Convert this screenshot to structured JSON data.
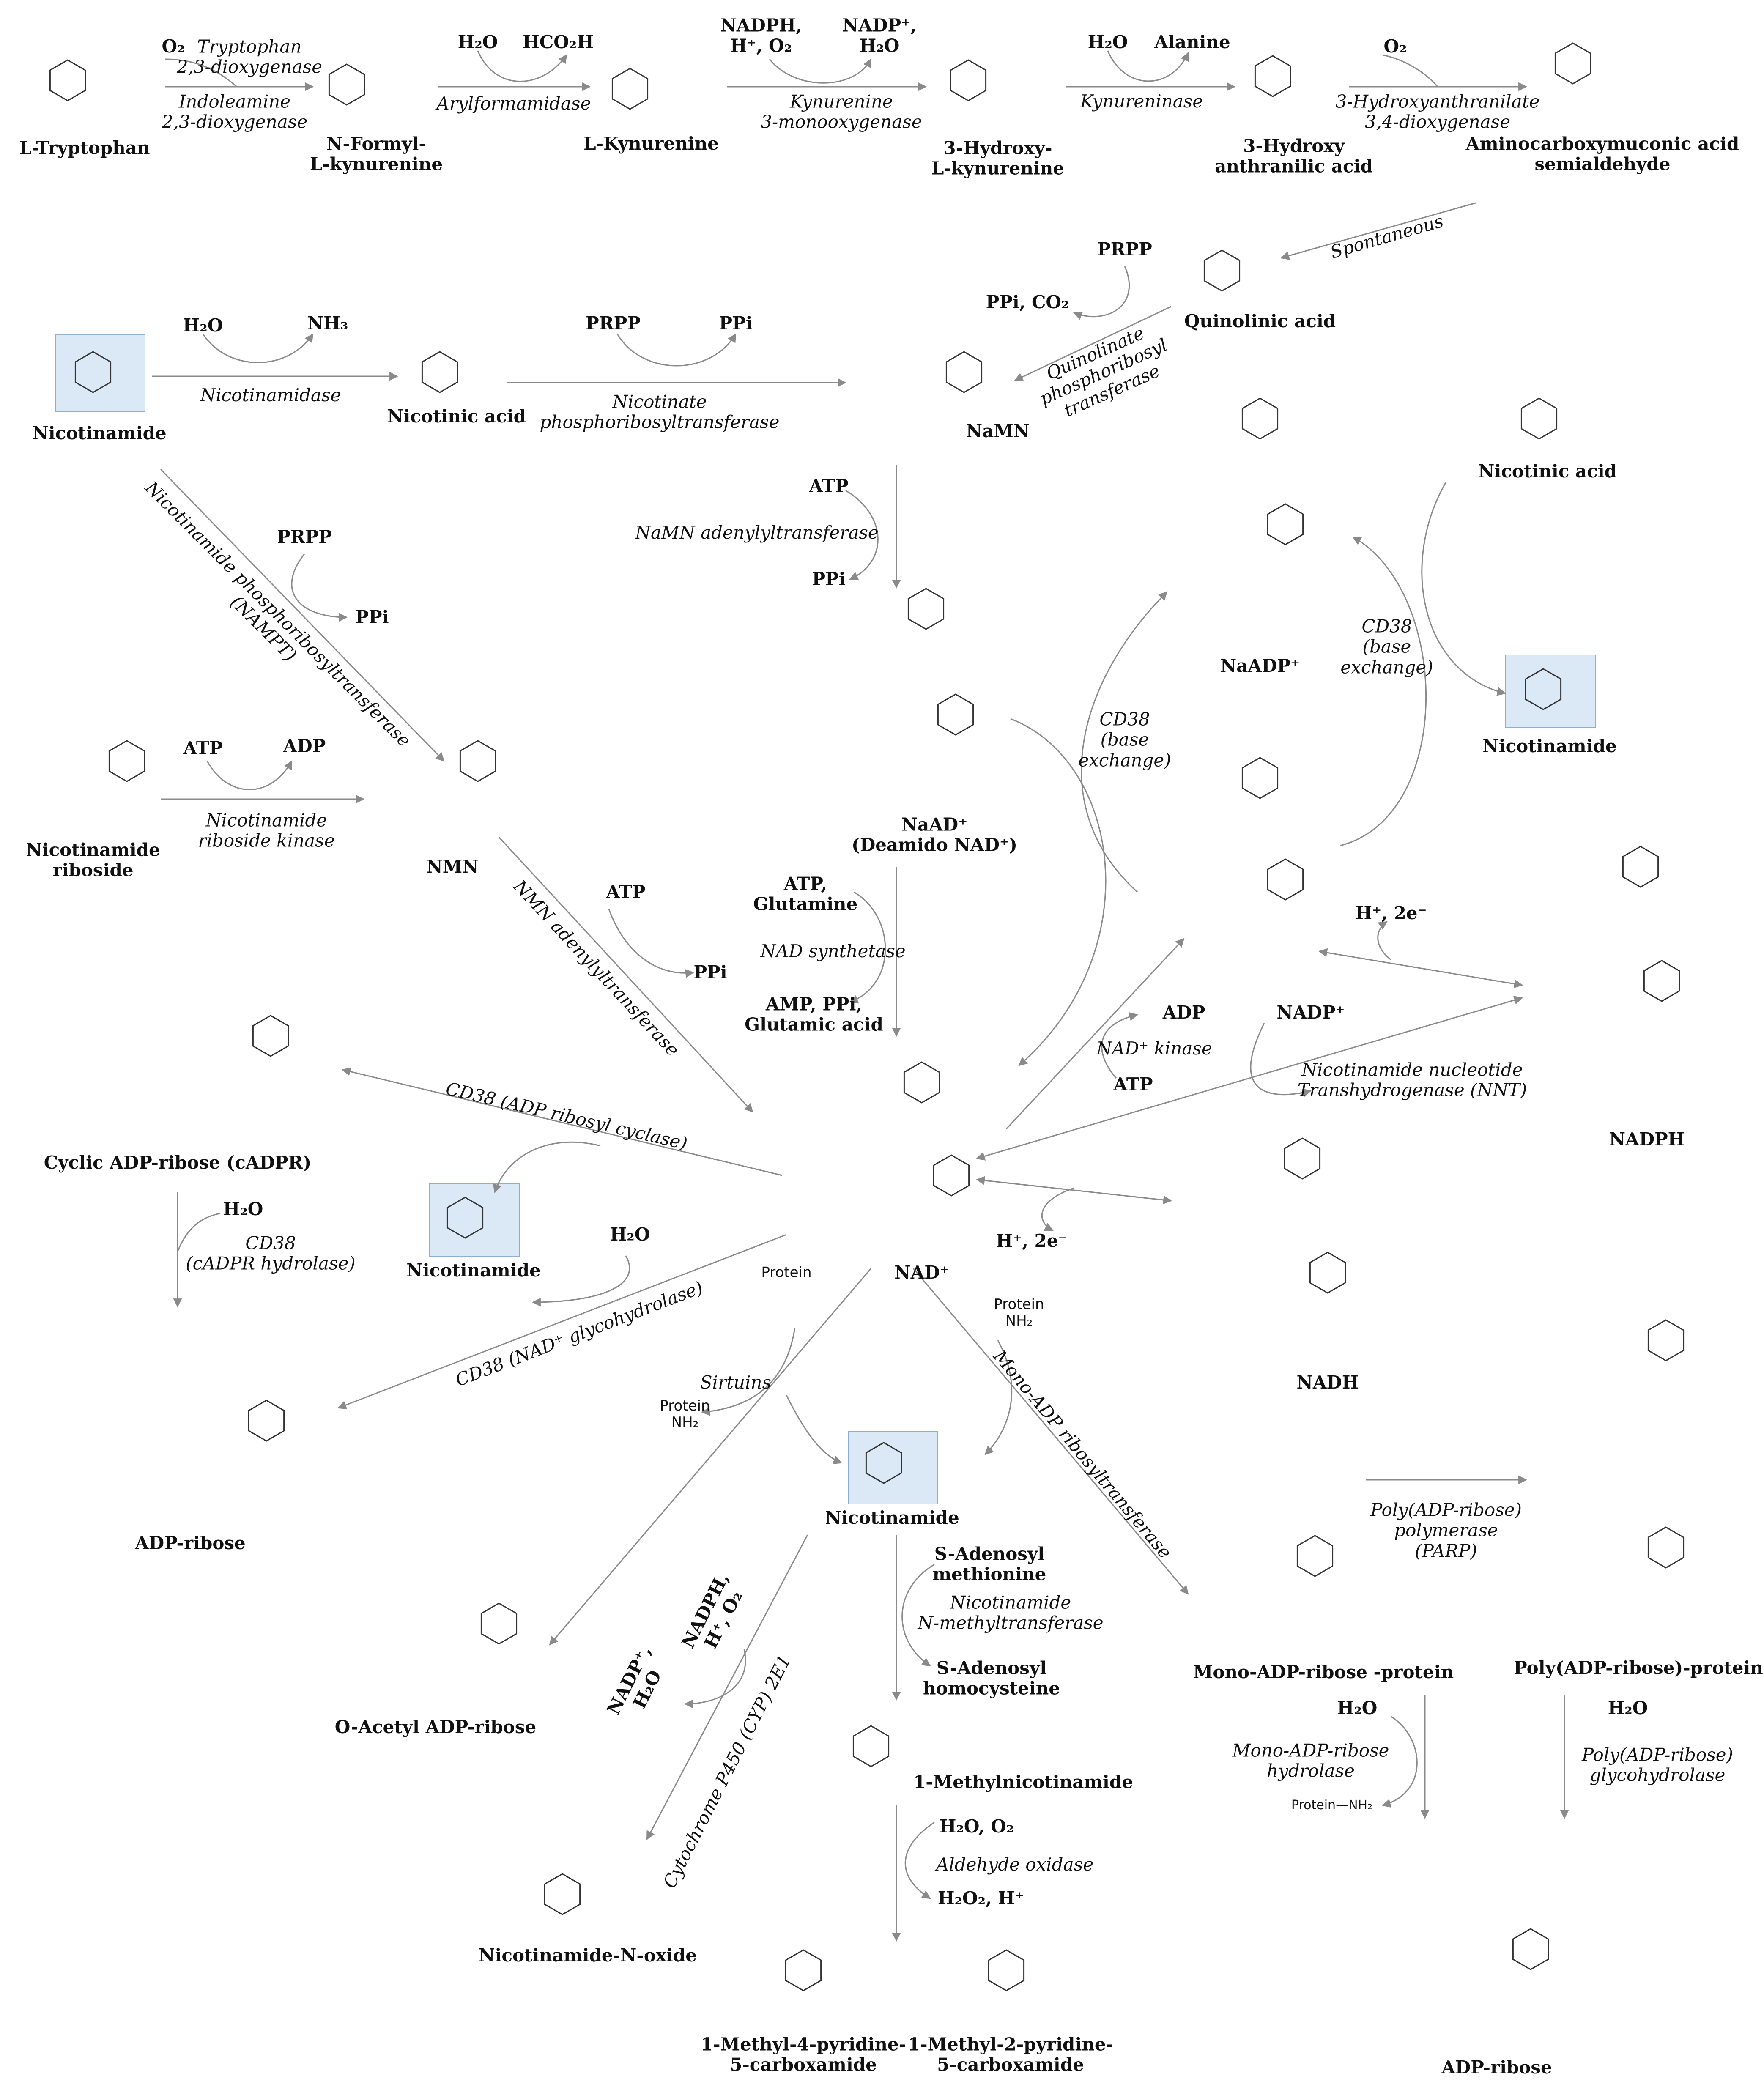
{
  "colors": {
    "highlight": "#dbe8f5",
    "arrow": "#8a8a8a",
    "text": "#111111"
  },
  "compounds": {
    "l_tryptophan": "L-Tryptophan",
    "n_formyl_kynurenine": "N-Formyl-\nL-kynurenine",
    "l_kynurenine": "L-Kynurenine",
    "hydroxy_kynurenine": "3-Hydroxy-\nL-kynurenine",
    "hydroxy_anthranilic": "3-Hydroxy\nanthranilic acid",
    "acms": "Aminocarboxymuconic acid\nsemialdehyde",
    "quinolinic_acid": "Quinolinic acid",
    "nicotinamide_top": "Nicotinamide",
    "nicotinic_acid_left": "Nicotinic acid",
    "namn": "NaMN",
    "naadp": "NaADP⁺",
    "nicotinic_acid_right": "Nicotinic acid",
    "nicotinamide_right": "Nicotinamide",
    "naad": "NaAD⁺\n(Deamido NAD⁺)",
    "nr": "Nicotinamide\nriboside",
    "nmn": "NMN",
    "nadp": "NADP⁺",
    "nadph": "NADPH",
    "cadpr": "Cyclic ADP-ribose (cADPR)",
    "nicotinamide_mid": "Nicotinamide",
    "nad": "NAD⁺",
    "nadh": "NADH",
    "adp_ribose_left": "ADP-ribose",
    "nicotinamide_center": "Nicotinamide",
    "o_acetyl": "O-Acetyl ADP-ribose",
    "mono_adp_protein": "Mono-ADP-ribose -protein",
    "poly_adp_protein": "Poly(ADP-ribose)-protein",
    "methylnicotinamide": "1-Methylnicotinamide",
    "n_oxide": "Nicotinamide-N-oxide",
    "m4py": "1-Methyl-4-pyridine-\n5-carboxamide",
    "m2py": "1-Methyl-2-pyridine-\n5-carboxamide",
    "adp_ribose_right": "ADP-ribose"
  },
  "enzymes": {
    "tdo": "Tryptophan\n2,3-dioxygenase",
    "ido": "Indoleamine\n2,3-dioxygenase",
    "arylformamidase": "Arylformamidase",
    "kmo": "Kynurenine\n3-monooxygenase",
    "kynureninase": "Kynureninase",
    "haao": "3-Hydroxyanthranilate\n3,4-dioxygenase",
    "spontaneous": "Spontaneous",
    "qprt": "Quinolinate\nphosphoribosyl\ntransferase",
    "nicotinamidase": "Nicotinamidase",
    "naprt": "Nicotinate\nphosphoribosyltransferase",
    "nmnat_na": "NaMN adenylyltransferase",
    "nampt": "Nicotinamide phosphoribosyltransferase\n(NAMPT)",
    "nrk": "Nicotinamide\nriboside kinase",
    "cd38_base_right": "CD38\n(base\nexchange)",
    "cd38_base_mid": "CD38\n(base\nexchange)",
    "nad_synthetase": "NAD synthetase",
    "nmnat": "NMN adenylyltransferase",
    "nadk": "NAD⁺ kinase",
    "nnt": "Nicotinamide nucleotide\nTranshydrogenase (NNT)",
    "cd38_cyclase": "CD38 (ADP ribosyl cyclase)",
    "cd38_hydrolase": "CD38\n(cADPR hydrolase)",
    "cd38_glyco": "CD38 (NAD⁺ glycohydrolase)",
    "sirtuins": "Sirtuins",
    "mart": "Mono-ADP ribosyltransferase",
    "parp": "Poly(ADP-ribose)\npolymerase\n(PARP)",
    "nnmt": "Nicotinamide\nN-methyltransferase",
    "cyp": "Cytochrome P450 (CYP) 2E1",
    "aox": "Aldehyde oxidase",
    "marh": "Mono-ADP-ribose\nhydrolase",
    "parg": "Poly(ADP-ribose)\nglycohydrolase"
  },
  "cofactors": {
    "o2_a": "O₂",
    "h2o_a": "H₂O",
    "hco2h": "HCO₂H",
    "nadph_h_o2": "NADPH,\nH⁺, O₂",
    "nadp_h2o": "NADP⁺,\nH₂O",
    "h2o_b": "H₂O",
    "alanine": "Alanine",
    "o2_b": "O₂",
    "prpp_a": "PRPP",
    "ppi_co2": "PPi, CO₂",
    "h2o_c": "H₂O",
    "nh3": "NH₃",
    "prpp_b": "PRPP",
    "ppi_a": "PPi",
    "atp_a": "ATP",
    "ppi_b": "PPi",
    "prpp_c": "PRPP",
    "ppi_c": "PPi",
    "atp_b": "ATP",
    "adp_a": "ADP",
    "atp_glutamine": "ATP,\nGlutamine",
    "amp_ppi_glu": "AMP, PPi,\nGlutamic acid",
    "atp_c": "ATP",
    "ppi_d": "PPi",
    "adp_b": "ADP",
    "atp_d": "ATP",
    "h_2e_a": "H⁺, 2e⁻",
    "h_2e_b": "H⁺, 2e⁻",
    "h2o_d": "H₂O",
    "h2o_e": "H₂O",
    "protein_ac": "Protein",
    "protein_nh2": "Protein\nNH₂",
    "protein_nh2_b": "Protein\nNH₂",
    "sam": "S-Adenosyl\nmethionine",
    "sah": "S-Adenosyl\nhomocysteine",
    "cyp_in": "NADPH,\nH⁺, O₂",
    "cyp_out": "NADP⁺,\nH₂O",
    "h2o_o2": "H₂O, O₂",
    "h2o2_h": "H₂O₂, H⁺",
    "h2o_f": "H₂O",
    "h2o_g": "H₂O",
    "protein_nh2_c": "Protein—NH₂"
  }
}
